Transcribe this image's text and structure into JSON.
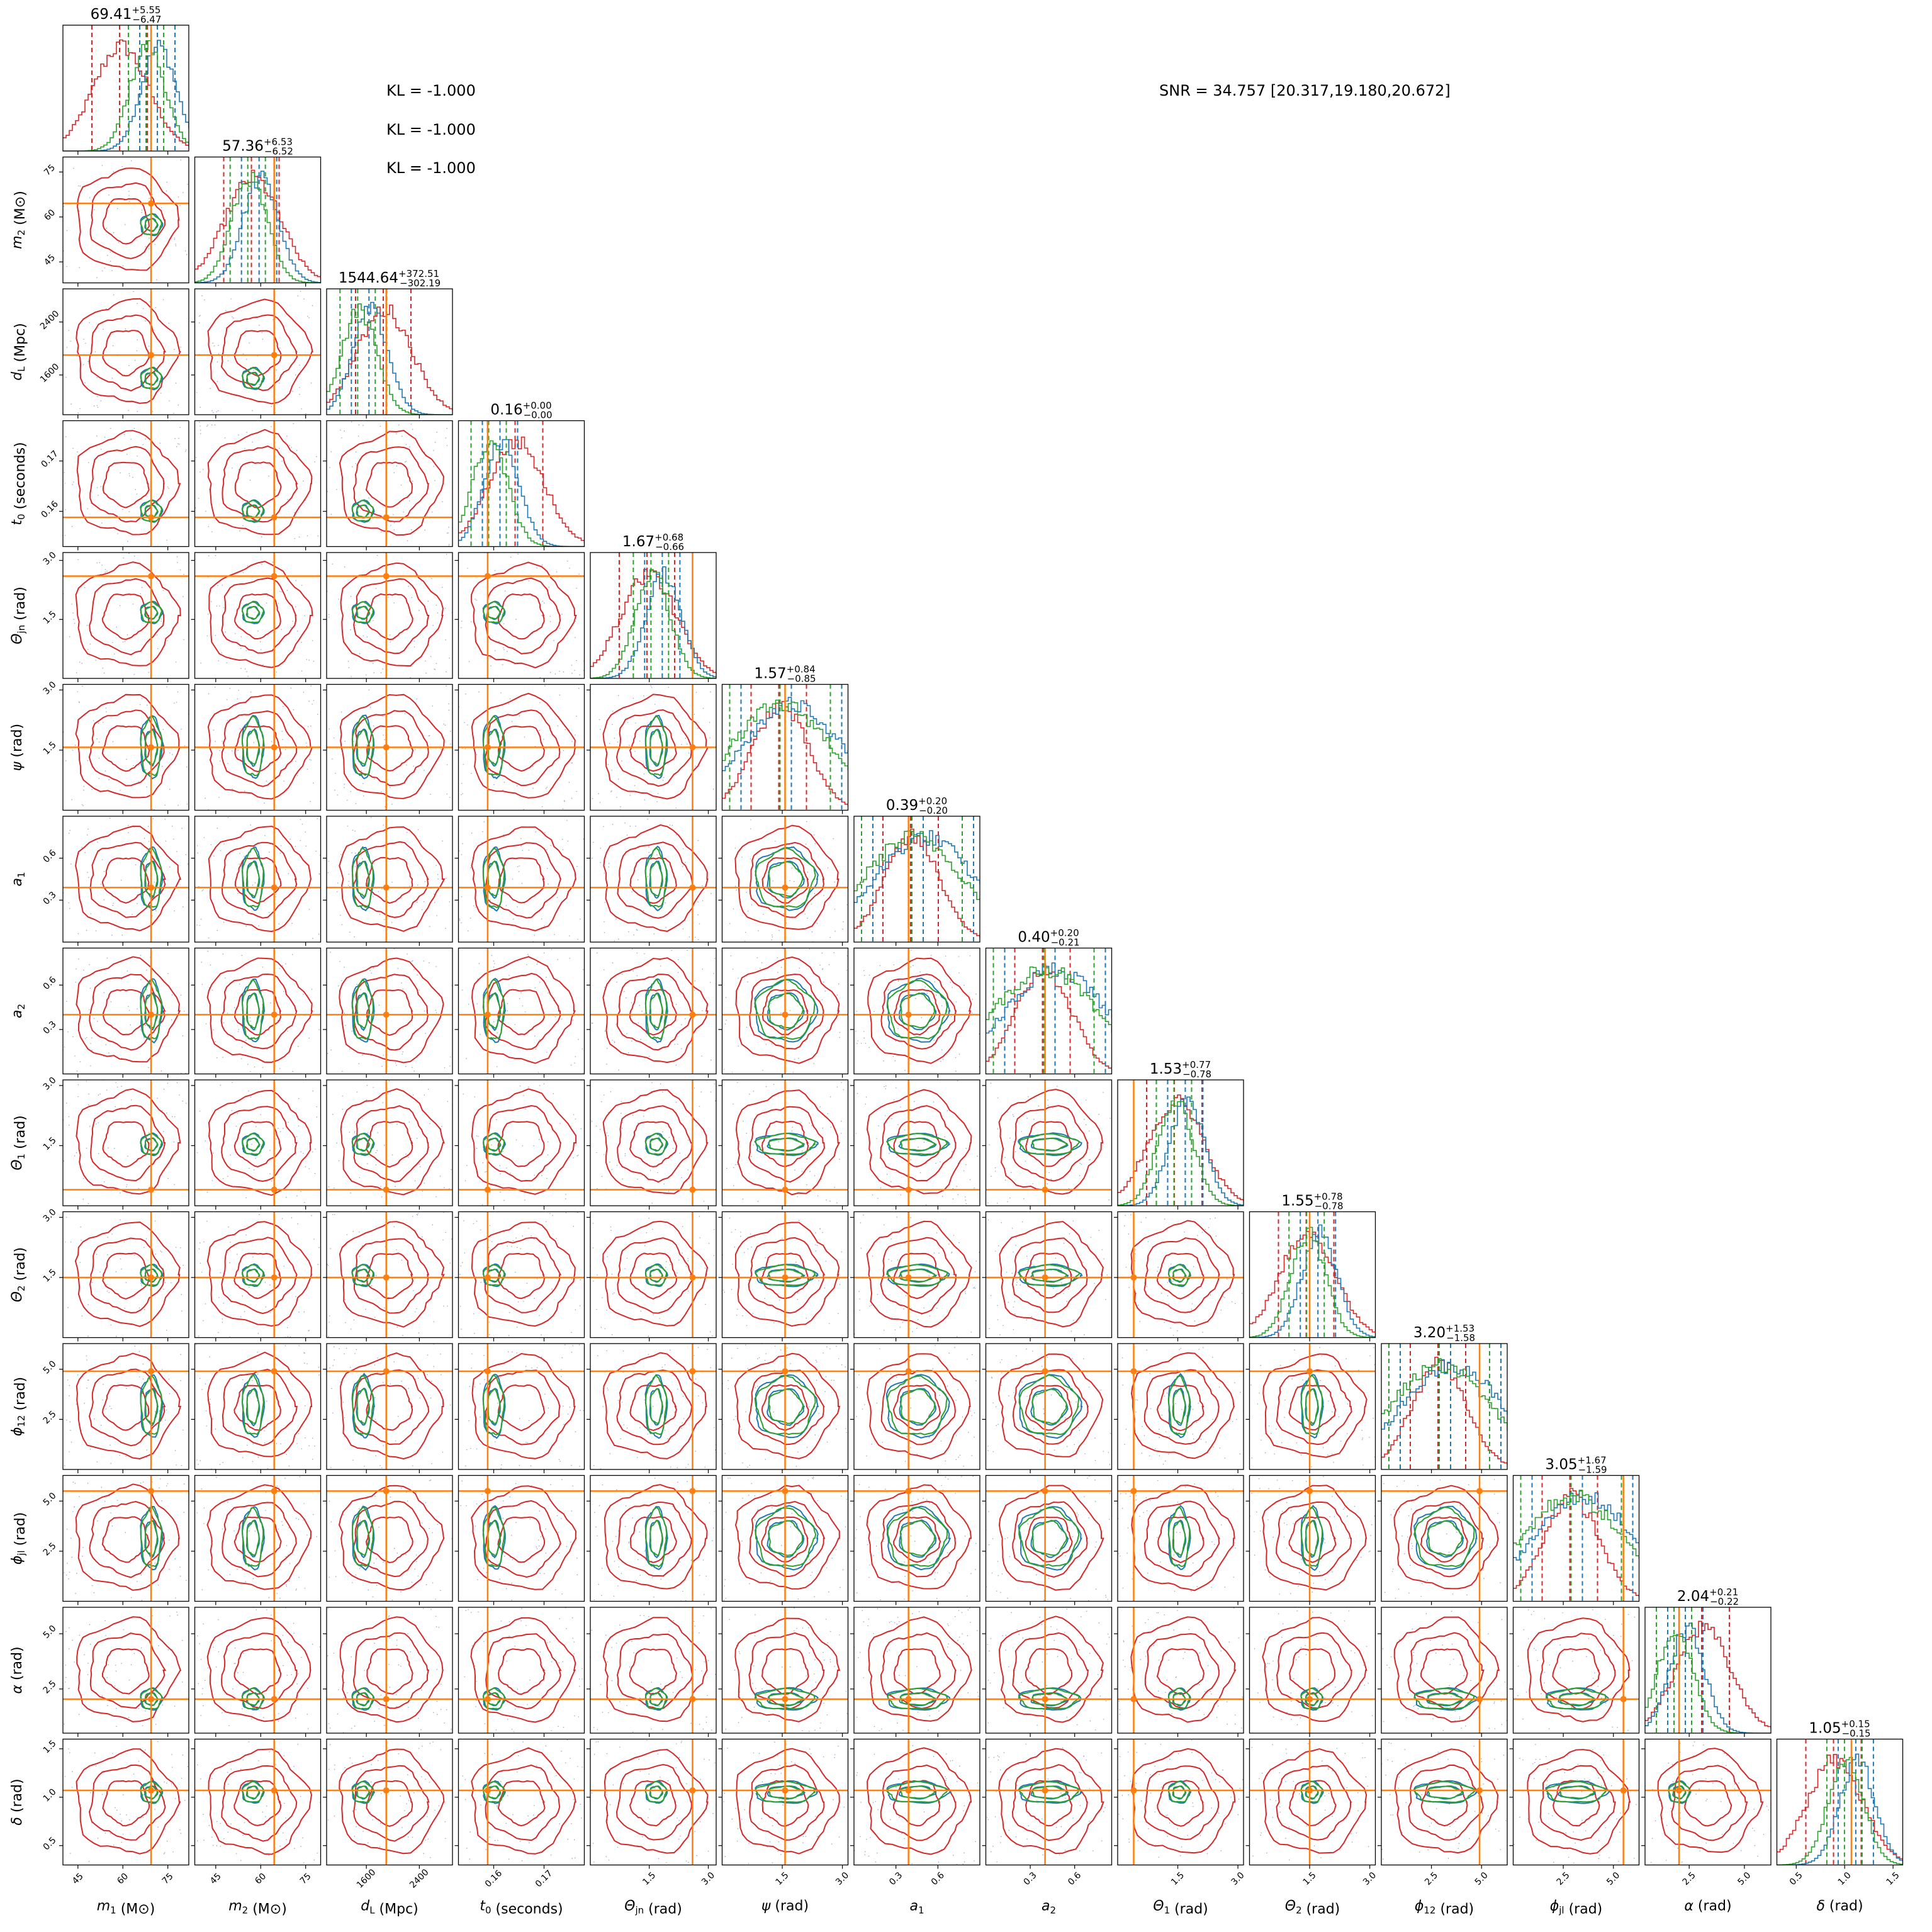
{
  "chart_data": {
    "type": "corner",
    "parameters": [
      {
        "label": "m1",
        "unit": "M⊙",
        "truth": 69.41,
        "median": 69.41,
        "plus": "5.55",
        "minus": "6.47",
        "title_value": "69.41",
        "range": [
          40,
          82
        ],
        "ticks": [
          45,
          60,
          75
        ],
        "tick_labels": [
          "45",
          "60",
          "75"
        ]
      },
      {
        "label": "m2",
        "unit": "M⊙",
        "truth": 64.5,
        "median": 57.36,
        "plus": "6.53",
        "minus": "6.52",
        "title_value": "57.36",
        "range": [
          38,
          80
        ],
        "ticks": [
          45,
          60,
          75
        ],
        "tick_labels": [
          "45",
          "60",
          "75"
        ]
      },
      {
        "label": "dL",
        "unit": "Mpc",
        "truth": 1900,
        "median": 1544.64,
        "plus": "372.51",
        "minus": "302.19",
        "title_value": "1544.64",
        "range": [
          1000,
          2900
        ],
        "ticks": [
          1600,
          2400
        ],
        "tick_labels": [
          "1600",
          "2400"
        ]
      },
      {
        "label": "t0",
        "unit": "seconds",
        "truth": 0.1588,
        "median": 0.16,
        "plus": "0.00",
        "minus": "0.00",
        "title_value": "0.16",
        "range": [
          0.153,
          0.178
        ],
        "ticks": [
          0.16,
          0.17
        ],
        "tick_labels": [
          "0.16",
          "0.17"
        ]
      },
      {
        "label": "Theta_jn",
        "unit": "rad",
        "truth": 2.6,
        "median": 1.67,
        "plus": "0.68",
        "minus": "0.66",
        "title_value": "1.67",
        "range": [
          0.0,
          3.2
        ],
        "ticks": [
          1.5,
          3.0
        ],
        "tick_labels": [
          "1.5",
          "3.0"
        ]
      },
      {
        "label": "psi",
        "unit": "rad",
        "truth": 1.57,
        "median": 1.57,
        "plus": "0.84",
        "minus": "0.85",
        "title_value": "1.57",
        "range": [
          0.0,
          3.14
        ],
        "ticks": [
          1.5,
          3.0
        ],
        "tick_labels": [
          "1.5",
          "3.0"
        ]
      },
      {
        "label": "a1",
        "unit": "",
        "truth": 0.39,
        "median": 0.39,
        "plus": "0.20",
        "minus": "0.20",
        "title_value": "0.39",
        "range": [
          0.0,
          0.9
        ],
        "ticks": [
          0.3,
          0.6
        ],
        "tick_labels": [
          "0.3",
          "0.6"
        ]
      },
      {
        "label": "a2",
        "unit": "",
        "truth": 0.4,
        "median": 0.4,
        "plus": "0.20",
        "minus": "0.21",
        "title_value": "0.40",
        "range": [
          0.0,
          0.85
        ],
        "ticks": [
          0.3,
          0.6
        ],
        "tick_labels": [
          "0.3",
          "0.6"
        ]
      },
      {
        "label": "Theta_1",
        "unit": "rad",
        "truth": 0.4,
        "median": 1.53,
        "plus": "0.77",
        "minus": "0.78",
        "title_value": "1.53",
        "range": [
          0.0,
          3.14
        ],
        "ticks": [
          1.5,
          3.0
        ],
        "tick_labels": [
          "1.5",
          "3.0"
        ]
      },
      {
        "label": "Theta_2",
        "unit": "rad",
        "truth": 1.5,
        "median": 1.55,
        "plus": "0.78",
        "minus": "0.78",
        "title_value": "1.55",
        "range": [
          0.0,
          3.14
        ],
        "ticks": [
          1.5,
          3.0
        ],
        "tick_labels": [
          "1.5",
          "3.0"
        ]
      },
      {
        "label": "phi_12",
        "unit": "rad",
        "truth": 4.9,
        "median": 3.2,
        "plus": "1.53",
        "minus": "1.58",
        "title_value": "3.20",
        "range": [
          0.0,
          6.28
        ],
        "ticks": [
          2.5,
          5.0
        ],
        "tick_labels": [
          "2.5",
          "5.0"
        ]
      },
      {
        "label": "phi_jl",
        "unit": "rad",
        "truth": 5.5,
        "median": 3.05,
        "plus": "1.67",
        "minus": "1.59",
        "title_value": "3.05",
        "range": [
          0.0,
          6.28
        ],
        "ticks": [
          2.5,
          5.0
        ],
        "tick_labels": [
          "2.5",
          "5.0"
        ]
      },
      {
        "label": "alpha",
        "unit": "rad",
        "truth": 2.04,
        "median": 2.04,
        "plus": "0.21",
        "minus": "0.22",
        "title_value": "2.04",
        "range": [
          0.5,
          6.2
        ],
        "ticks": [
          2.5,
          5.0
        ],
        "tick_labels": [
          "2.5",
          "5.0"
        ]
      },
      {
        "label": "delta",
        "unit": "rad",
        "truth": 1.07,
        "median": 1.05,
        "plus": "0.15",
        "minus": "0.15",
        "title_value": "1.05",
        "range": [
          0.3,
          1.6
        ],
        "ticks": [
          0.5,
          1.0,
          1.5
        ],
        "tick_labels": [
          "0.5",
          "1.0",
          "1.5"
        ]
      }
    ],
    "series": [
      {
        "color": "#d62728"
      },
      {
        "color": "#1f77b4"
      },
      {
        "color": "#2ca02c"
      }
    ],
    "truth_color": "#ff7f0e",
    "annotations": {
      "kl": [
        "KL = -1.000",
        "KL = -1.000",
        "KL = -1.000"
      ],
      "snr": "SNR = 34.757 [20.317,19.180,20.672]"
    }
  }
}
